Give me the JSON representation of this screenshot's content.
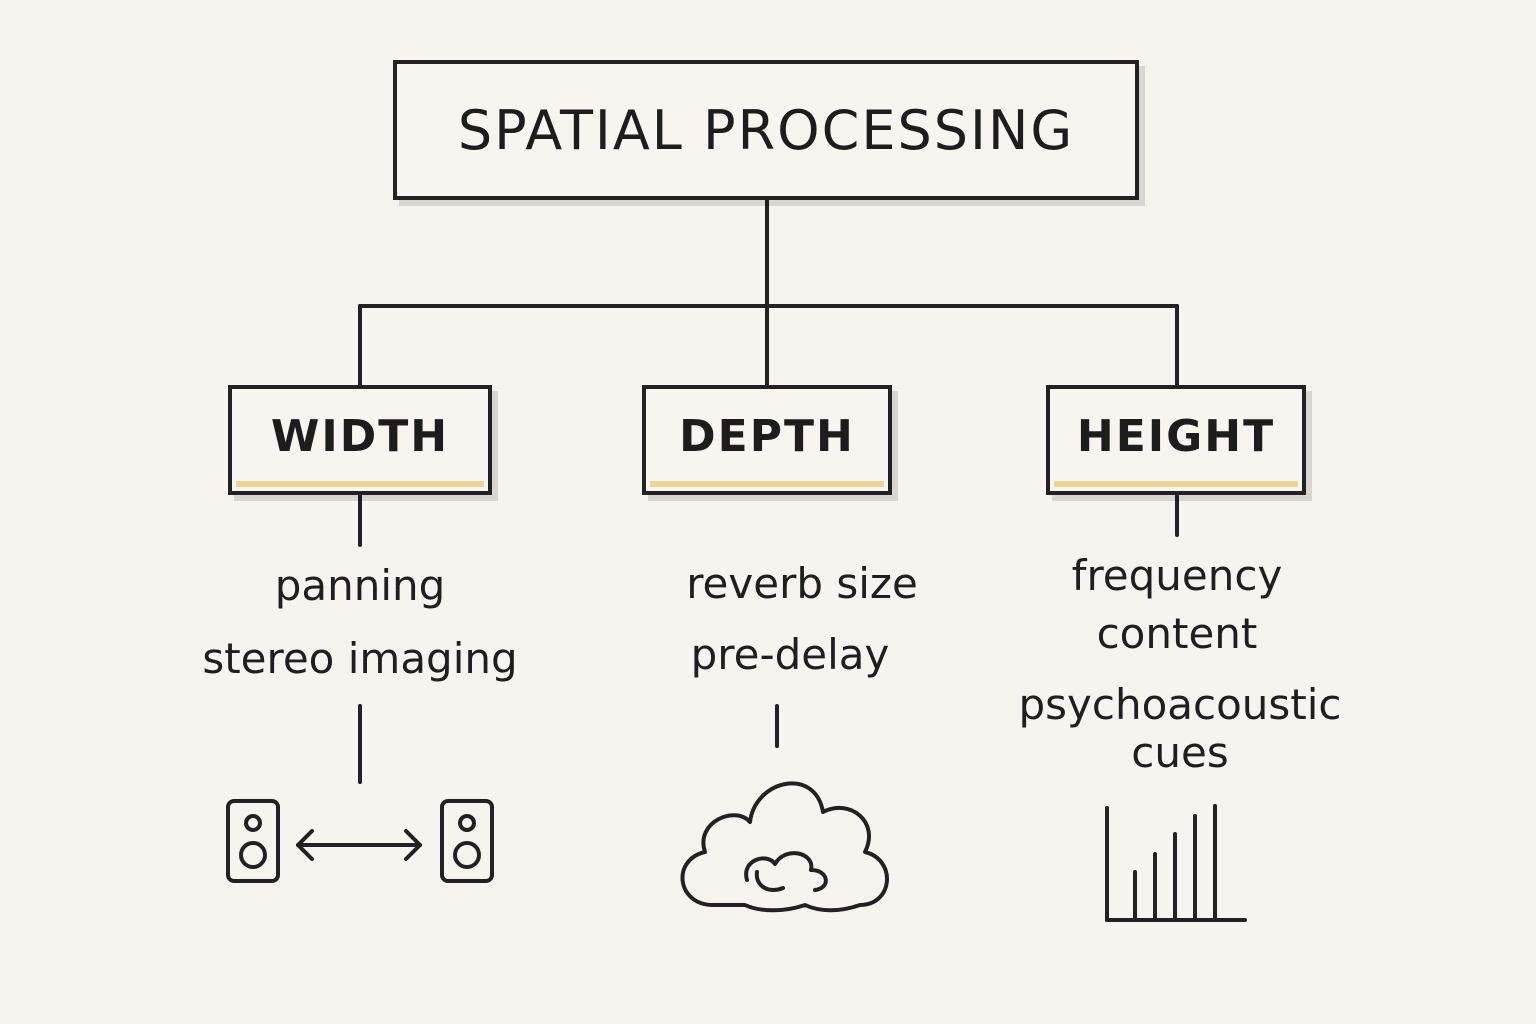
{
  "diagram": {
    "root": {
      "label": "SPATIAL PROCESSING"
    },
    "branches": [
      {
        "label": "WIDTH",
        "items": [
          "panning",
          "stereo imaging"
        ],
        "icon": "speakers-pan-icon"
      },
      {
        "label": "DEPTH",
        "items": [
          "reverb size",
          "pre-delay"
        ],
        "icon": "cloud-icon"
      },
      {
        "label": "HEIGHT",
        "items": [
          "frequency",
          "content",
          "psychoacoustic",
          "cues"
        ],
        "icon": "bar-graph-icon"
      }
    ]
  },
  "colors": {
    "ink": "#222222",
    "background": "#f7f4ef",
    "underline_accent": "#ecd79a"
  }
}
